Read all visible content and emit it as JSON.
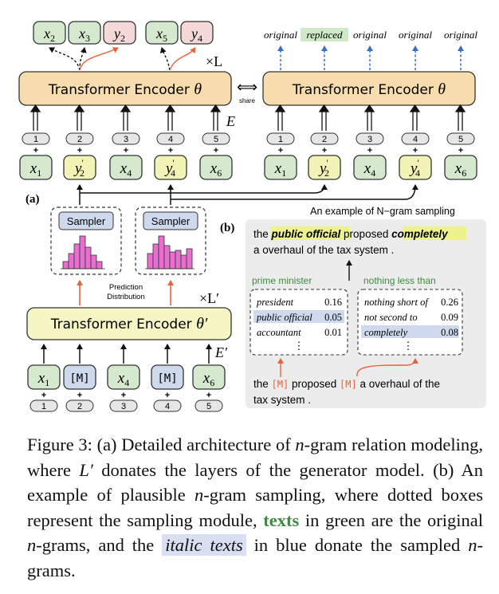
{
  "encoder_label": "Transformer Encoder",
  "theta": "θ",
  "theta_prime": "θ′",
  "share_label": "share",
  "share_symbol": "⟺",
  "times_L": "×L",
  "times_L_prime": "×L′",
  "E_label": "E",
  "E_prime_label": "E′",
  "label_a": "(a)",
  "label_b": "(b)",
  "sampler_label": "Sampler",
  "prediction_label": "Prediction Distribution",
  "left_outputs": [
    {
      "base": "x",
      "sub": "2",
      "type": "green"
    },
    {
      "base": "x",
      "sub": "3",
      "type": "green"
    },
    {
      "base": "y",
      "sub": "2",
      "type": "pink"
    },
    {
      "base": "x",
      "sub": "5",
      "type": "green"
    },
    {
      "base": "y",
      "sub": "4",
      "type": "pink"
    }
  ],
  "right_outputs": [
    "original",
    "replaced",
    "original",
    "original",
    "original"
  ],
  "positions": [
    "1",
    "2",
    "3",
    "4",
    "5"
  ],
  "disc_tokens": [
    {
      "base": "x",
      "sub": "1",
      "sup": "",
      "type": "green"
    },
    {
      "base": "y",
      "sub": "2",
      "sup": "′",
      "type": "yellow"
    },
    {
      "base": "x",
      "sub": "4",
      "sup": "",
      "type": "green"
    },
    {
      "base": "y",
      "sub": "4",
      "sup": "′",
      "type": "yellow"
    },
    {
      "base": "x",
      "sub": "6",
      "sup": "",
      "type": "green"
    }
  ],
  "gen_tokens": [
    {
      "text": "x",
      "sub": "1",
      "type": "green"
    },
    {
      "text": "[M]",
      "sub": "",
      "type": "blue"
    },
    {
      "text": "x",
      "sub": "4",
      "type": "green"
    },
    {
      "text": "[M]",
      "sub": "",
      "type": "blue"
    },
    {
      "text": "x",
      "sub": "6",
      "type": "green"
    }
  ],
  "example": {
    "title": "An example of N−gram sampling",
    "top_sentence": {
      "prefix": "the ",
      "h1": "public official",
      "mid": " proposed ",
      "h2": "completely",
      "line2": "a overhaul of the tax system ."
    },
    "left_group_label": "prime minister",
    "right_group_label": "nothing less than",
    "left_rows": [
      {
        "word": "president",
        "p": "0.16",
        "hl": false
      },
      {
        "word": "public official",
        "p": "0.05",
        "hl": true
      },
      {
        "word": "accountant",
        "p": "0.01",
        "hl": false
      }
    ],
    "right_rows": [
      {
        "word": "nothing short of",
        "p": "0.26",
        "hl": false
      },
      {
        "word": "not second to",
        "p": "0.09",
        "hl": false
      },
      {
        "word": "completely",
        "p": "0.08",
        "hl": true
      }
    ],
    "vdots": "⋮",
    "bottom_sentence": {
      "p1": "the ",
      "m1": "[M]",
      "p2": " proposed ",
      "m2": "[M]",
      "p3": " a overhaul of the",
      "line2": "tax system ."
    }
  },
  "caption": {
    "t1": "Figure 3: (a) Detailed architecture of ",
    "n": "n",
    "t2": "-gram relation modeling, where ",
    "Lp": "L′",
    "t3": " donates the layers of the generator model.  (b) An example of plausible ",
    "t4": "-gram sampling, where dotted boxes represent the sampling module, ",
    "texts_green": "texts",
    "t5": " in green are the original ",
    "t6": "-grams, and the ",
    "italic_texts": "italic texts",
    "t7": " in blue donate the sampled ",
    "t8": "-grams."
  },
  "colors": {
    "encoder_fill": "#f7dcae",
    "encoder_prime_fill": "#f6f6c4",
    "green_fill": "#d4e9cd",
    "yellow_fill": "#f3f3b6",
    "pink_fill": "#f5d9d9",
    "blue_fill": "#cfd9ee",
    "bar_fill": "#e86fd0",
    "accent_red": "#e4643b",
    "accent_blue": "#3a6fc0",
    "highlight_yellow": "#eef28b",
    "highlight_green": "#cfe9c6",
    "group_green": "#3f8a3f"
  }
}
